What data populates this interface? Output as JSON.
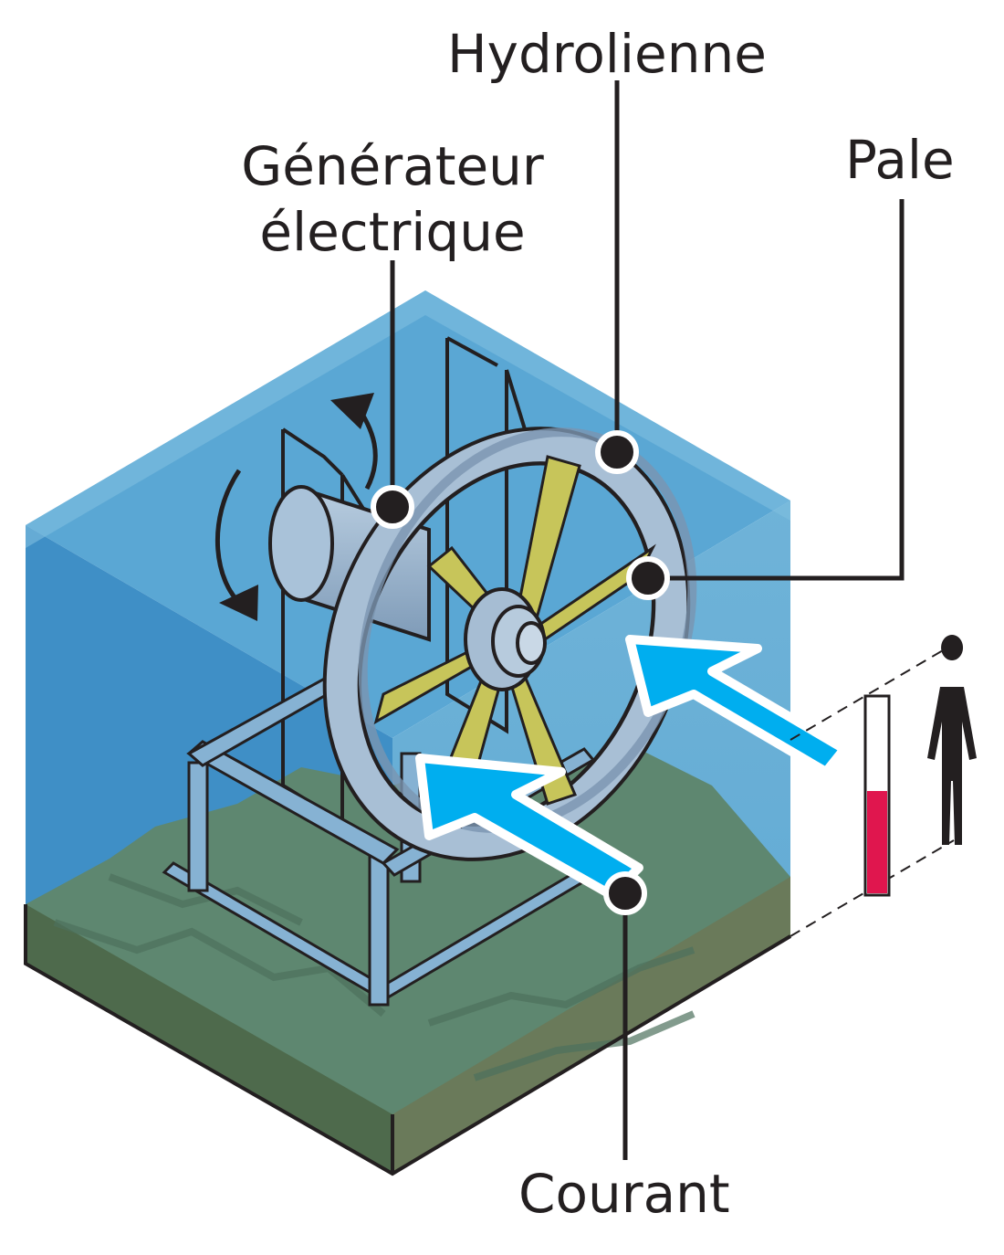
{
  "labels": {
    "hydrolienne": "Hydrolienne",
    "generateur_line1": "Générateur",
    "generateur_line2": "électrique",
    "pale": "Pale",
    "courant": "Courant"
  },
  "colors": {
    "water_left": "#3d8fc6",
    "water_back": "#6fb3d8",
    "water_top": "#5aa7d4",
    "seabed_top": "#5f8772",
    "seabed_side": "#5a6a4a",
    "frame": "#8ab6d6",
    "ring": "#9cb4cc",
    "blades": "#c8c45a",
    "current_arrow": "#00aeef",
    "scale_fill": "#e0164e",
    "outline": "#231f20"
  }
}
